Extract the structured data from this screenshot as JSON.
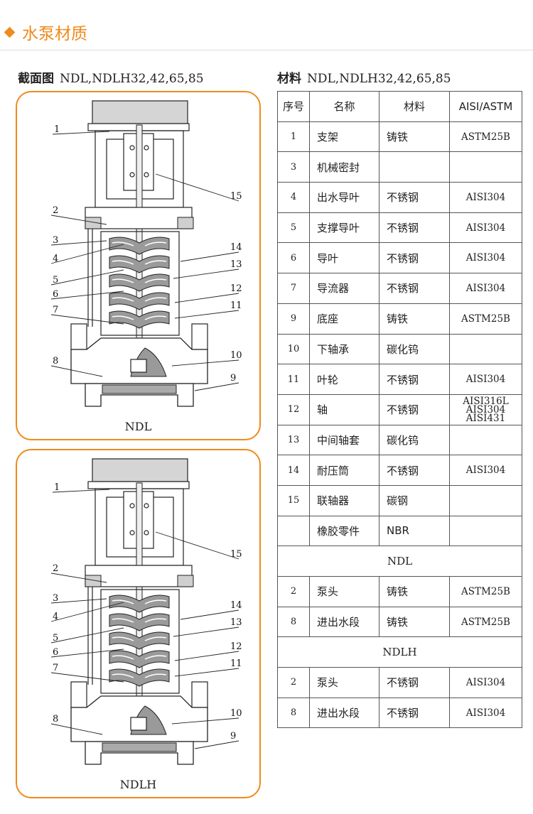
{
  "header": {
    "title": "水泵材质"
  },
  "left_section": {
    "label": "截面图",
    "subtitle": "NDL,NDLH32,42,65,85"
  },
  "right_section": {
    "label": "材料",
    "subtitle": "NDL,NDLH32,42,65,85"
  },
  "diagrams": [
    {
      "caption": "NDL",
      "callouts": [
        "1",
        "2",
        "3",
        "4",
        "5",
        "6",
        "7",
        "8",
        "15",
        "14",
        "13",
        "12",
        "11",
        "10",
        "9"
      ]
    },
    {
      "caption": "NDLH",
      "callouts": [
        "1",
        "2",
        "3",
        "4",
        "5",
        "6",
        "7",
        "8",
        "15",
        "14",
        "13",
        "12",
        "11",
        "10",
        "9"
      ]
    }
  ],
  "table": {
    "headers": [
      "序号",
      "名称",
      "材料",
      "AISI/ASTM"
    ],
    "rows": [
      {
        "no": "1",
        "name": "支架",
        "material": "铸铁",
        "std": [
          "ASTM25B"
        ]
      },
      {
        "no": "3",
        "name": "机械密封",
        "material": "",
        "std": []
      },
      {
        "no": "4",
        "name": "出水导叶",
        "material": "不锈钢",
        "std": [
          "AISI304"
        ]
      },
      {
        "no": "5",
        "name": "支撑导叶",
        "material": "不锈钢",
        "std": [
          "AISI304"
        ]
      },
      {
        "no": "6",
        "name": "导叶",
        "material": "不锈钢",
        "std": [
          "AISI304"
        ]
      },
      {
        "no": "7",
        "name": "导流器",
        "material": "不锈钢",
        "std": [
          "AISI304"
        ]
      },
      {
        "no": "9",
        "name": "底座",
        "material": "铸铁",
        "std": [
          "ASTM25B"
        ]
      },
      {
        "no": "10",
        "name": "下轴承",
        "material": "碳化钨",
        "std": []
      },
      {
        "no": "11",
        "name": "叶轮",
        "material": "不锈钢",
        "std": [
          "AISI304"
        ]
      },
      {
        "no": "12",
        "name": "轴",
        "material": "不锈钢",
        "std": [
          "AISI316L",
          "AISI304",
          "AISI431"
        ]
      },
      {
        "no": "13",
        "name": "中间轴套",
        "material": "碳化钨",
        "std": []
      },
      {
        "no": "14",
        "name": "耐压筒",
        "material": "不锈钢",
        "std": [
          "AISI304"
        ]
      },
      {
        "no": "15",
        "name": "联轴器",
        "material": "碳钢",
        "std": []
      },
      {
        "no": "",
        "name": "橡胶零件",
        "material": "NBR",
        "std": []
      }
    ],
    "groups": [
      {
        "title": "NDL",
        "rows": [
          {
            "no": "2",
            "name": "泵头",
            "material": "铸铁",
            "std": [
              "ASTM25B"
            ]
          },
          {
            "no": "8",
            "name": "进出水段",
            "material": "铸铁",
            "std": [
              "ASTM25B"
            ]
          }
        ]
      },
      {
        "title": "NDLH",
        "rows": [
          {
            "no": "2",
            "name": "泵头",
            "material": "不锈钢",
            "std": [
              "AISI304"
            ]
          },
          {
            "no": "8",
            "name": "进出水段",
            "material": "不锈钢",
            "std": [
              "AISI304"
            ]
          }
        ]
      }
    ]
  }
}
